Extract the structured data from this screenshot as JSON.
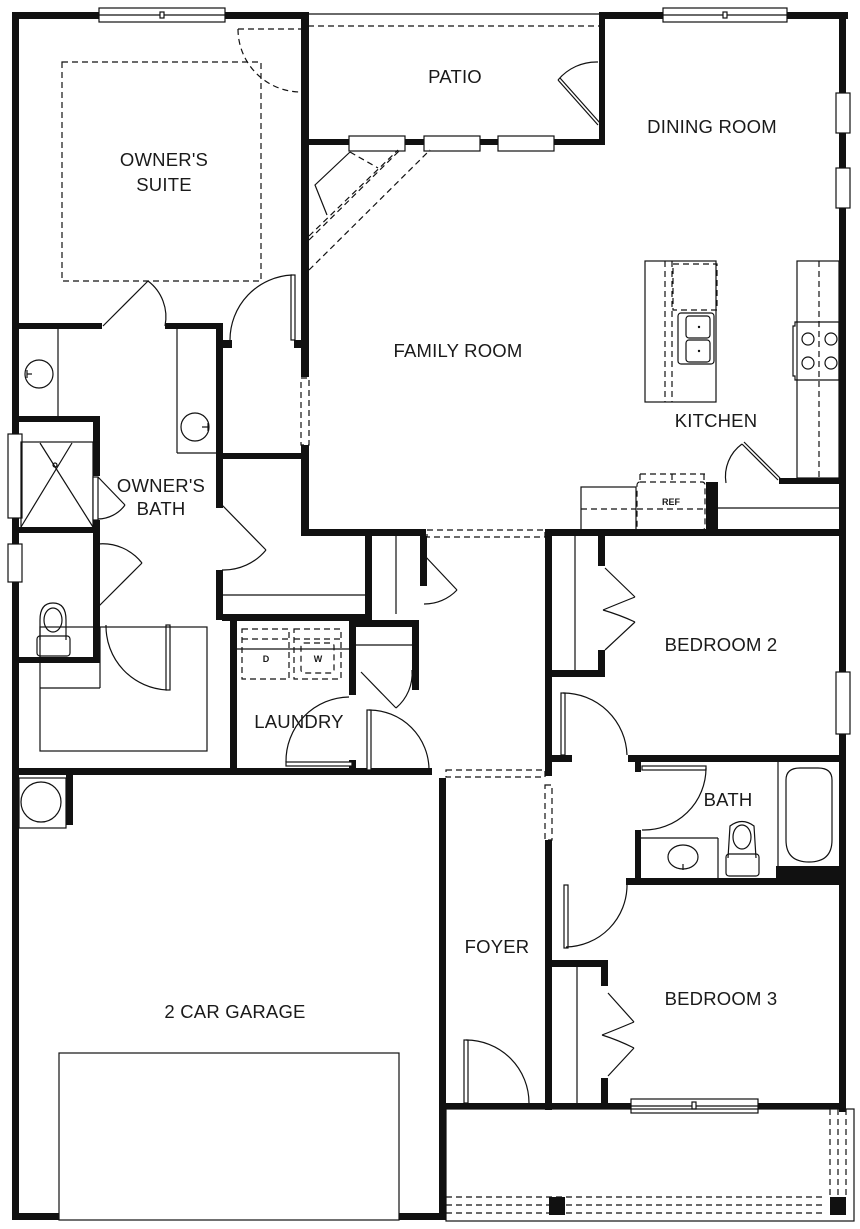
{
  "floor_plan": {
    "colors": {
      "wall": "#111111",
      "background": "#ffffff",
      "text": "#1a1a1a"
    },
    "rooms": [
      {
        "id": "owners_suite",
        "line1": "OWNER'S",
        "line2": "SUITE"
      },
      {
        "id": "patio",
        "label": "PATIO"
      },
      {
        "id": "dining_room",
        "label": "DINING ROOM"
      },
      {
        "id": "family_room",
        "label": "FAMILY ROOM"
      },
      {
        "id": "kitchen",
        "label": "KITCHEN"
      },
      {
        "id": "owners_bath",
        "line1": "OWNER'S",
        "line2": "BATH"
      },
      {
        "id": "laundry",
        "label": "LAUNDRY"
      },
      {
        "id": "bedroom_2",
        "label": "BEDROOM 2"
      },
      {
        "id": "bath",
        "label": "BATH"
      },
      {
        "id": "foyer",
        "label": "FOYER"
      },
      {
        "id": "bedroom_3",
        "label": "BEDROOM 3"
      },
      {
        "id": "garage",
        "label": "2 CAR GARAGE"
      }
    ],
    "appliances": {
      "refrigerator": "REF",
      "dryer": "D",
      "washer": "W"
    }
  }
}
